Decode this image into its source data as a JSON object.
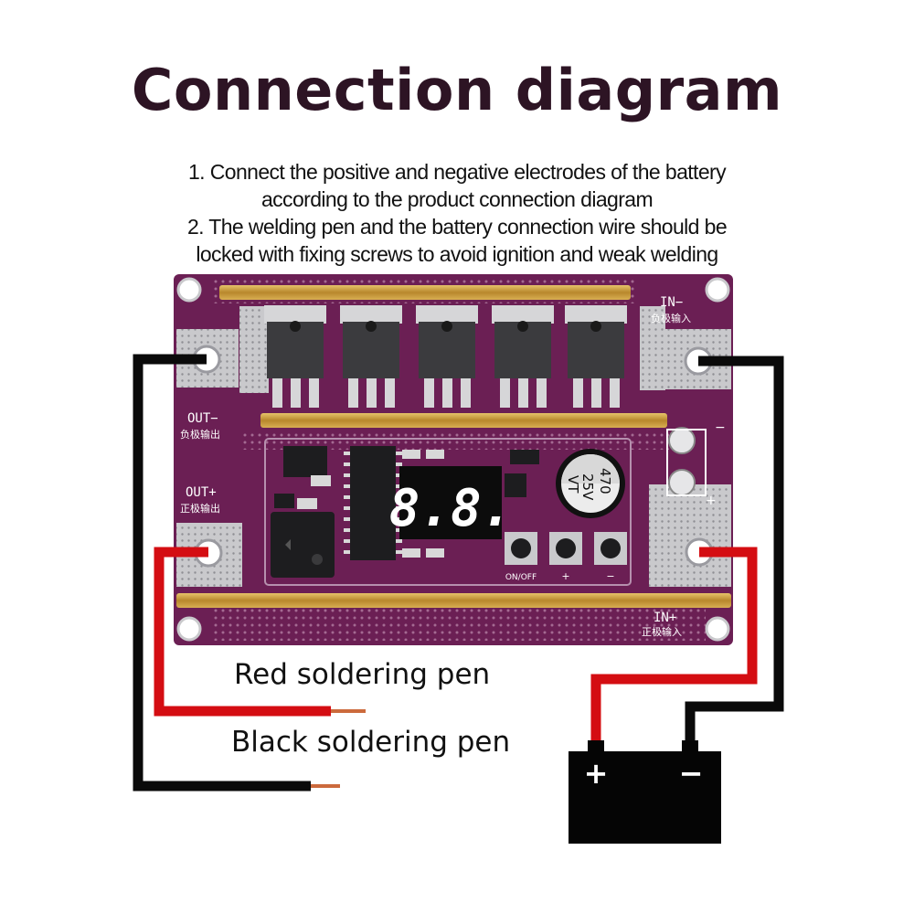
{
  "title": "Connection diagram",
  "instructions": [
    "1. Connect the positive and negative electrodes of the battery",
    "according to the product connection diagram",
    "2. The welding pen and the battery connection wire should be",
    "locked with fixing screws to avoid ignition and weak welding"
  ],
  "board": {
    "labels": {
      "in_minus": "IN−",
      "in_minus_cn": "负极输入",
      "out_minus": "OUT−",
      "out_minus_cn": "负极输出",
      "out_plus": "OUT+",
      "out_plus_cn": "正极输出",
      "in_plus": "IN+",
      "in_plus_cn": "正极输入",
      "on_off": "ON/OFF",
      "btn_plus": "+",
      "btn_minus": "−",
      "cap_value": "470",
      "cap_voltage": "25V",
      "cap_code": "VT",
      "display": "8.8.",
      "term_minus": "−",
      "term_plus": "+"
    },
    "colors": {
      "pcb": "#6b1f54",
      "pad": "#c9c9cc",
      "bus_bar": "#c49a3c",
      "display_digit": "#ffffff"
    }
  },
  "battery": {
    "plus": "+",
    "minus": "−"
  },
  "pens": {
    "red_label": "Red soldering pen",
    "black_label": "Black soldering pen"
  },
  "wire_colors": {
    "red": "#d40d12",
    "black": "#0a0a0a",
    "copper": "#cc6a3c"
  }
}
